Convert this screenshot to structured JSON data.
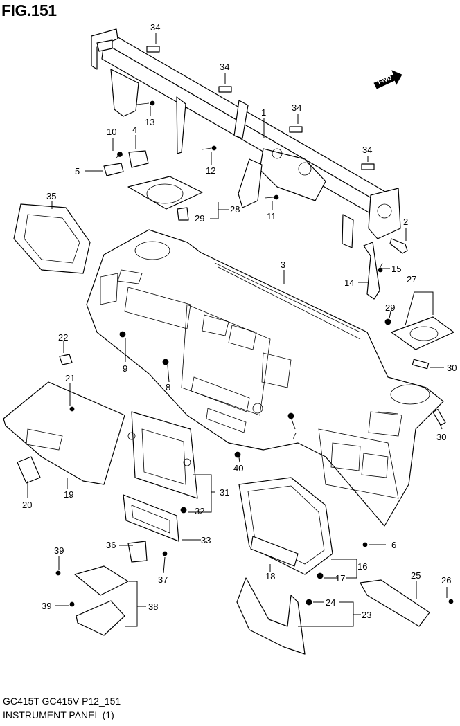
{
  "figure": {
    "title": "FIG.151",
    "model_line": "GC415T GC415V P12_151",
    "caption": "INSTRUMENT PANEL (1)",
    "fwd_label": "FWD"
  },
  "callouts": [
    "1",
    "2",
    "3",
    "4",
    "5",
    "6",
    "7",
    "8",
    "9",
    "10",
    "11",
    "12",
    "13",
    "14",
    "15",
    "16",
    "17",
    "18",
    "19",
    "20",
    "21",
    "22",
    "23",
    "24",
    "25",
    "26",
    "27",
    "28",
    "29",
    "29",
    "30",
    "30",
    "31",
    "32",
    "33",
    "34",
    "34",
    "34",
    "34",
    "35",
    "36",
    "37",
    "38",
    "39",
    "39",
    "40"
  ]
}
